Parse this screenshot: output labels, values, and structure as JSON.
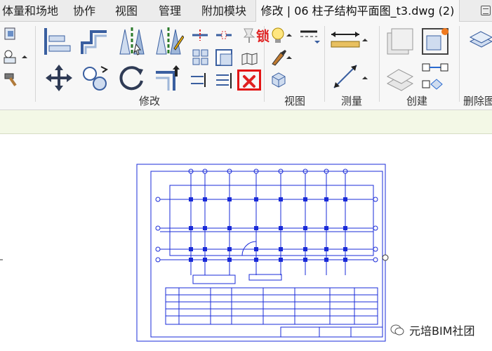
{
  "tabs": [
    {
      "label": "体量和场地"
    },
    {
      "label": "协作"
    },
    {
      "label": "视图"
    },
    {
      "label": "管理"
    },
    {
      "label": "附加模块"
    },
    {
      "label": "修改 | 06 柱子结构平面图_t3.dwg (2)",
      "active": true
    }
  ],
  "ribbon": {
    "panels": [
      {
        "label": "修改"
      },
      {
        "label": "视图"
      },
      {
        "label": "测量"
      },
      {
        "label": "创建"
      }
    ],
    "lock_label": "锁",
    "delete_label": "删除图"
  },
  "watermark": {
    "text": "元培BIM社团"
  },
  "colors": {
    "accent_green": "#f3f8e6",
    "highlight_red": "#e31515",
    "drawing_blue": "#1a2bd8"
  }
}
